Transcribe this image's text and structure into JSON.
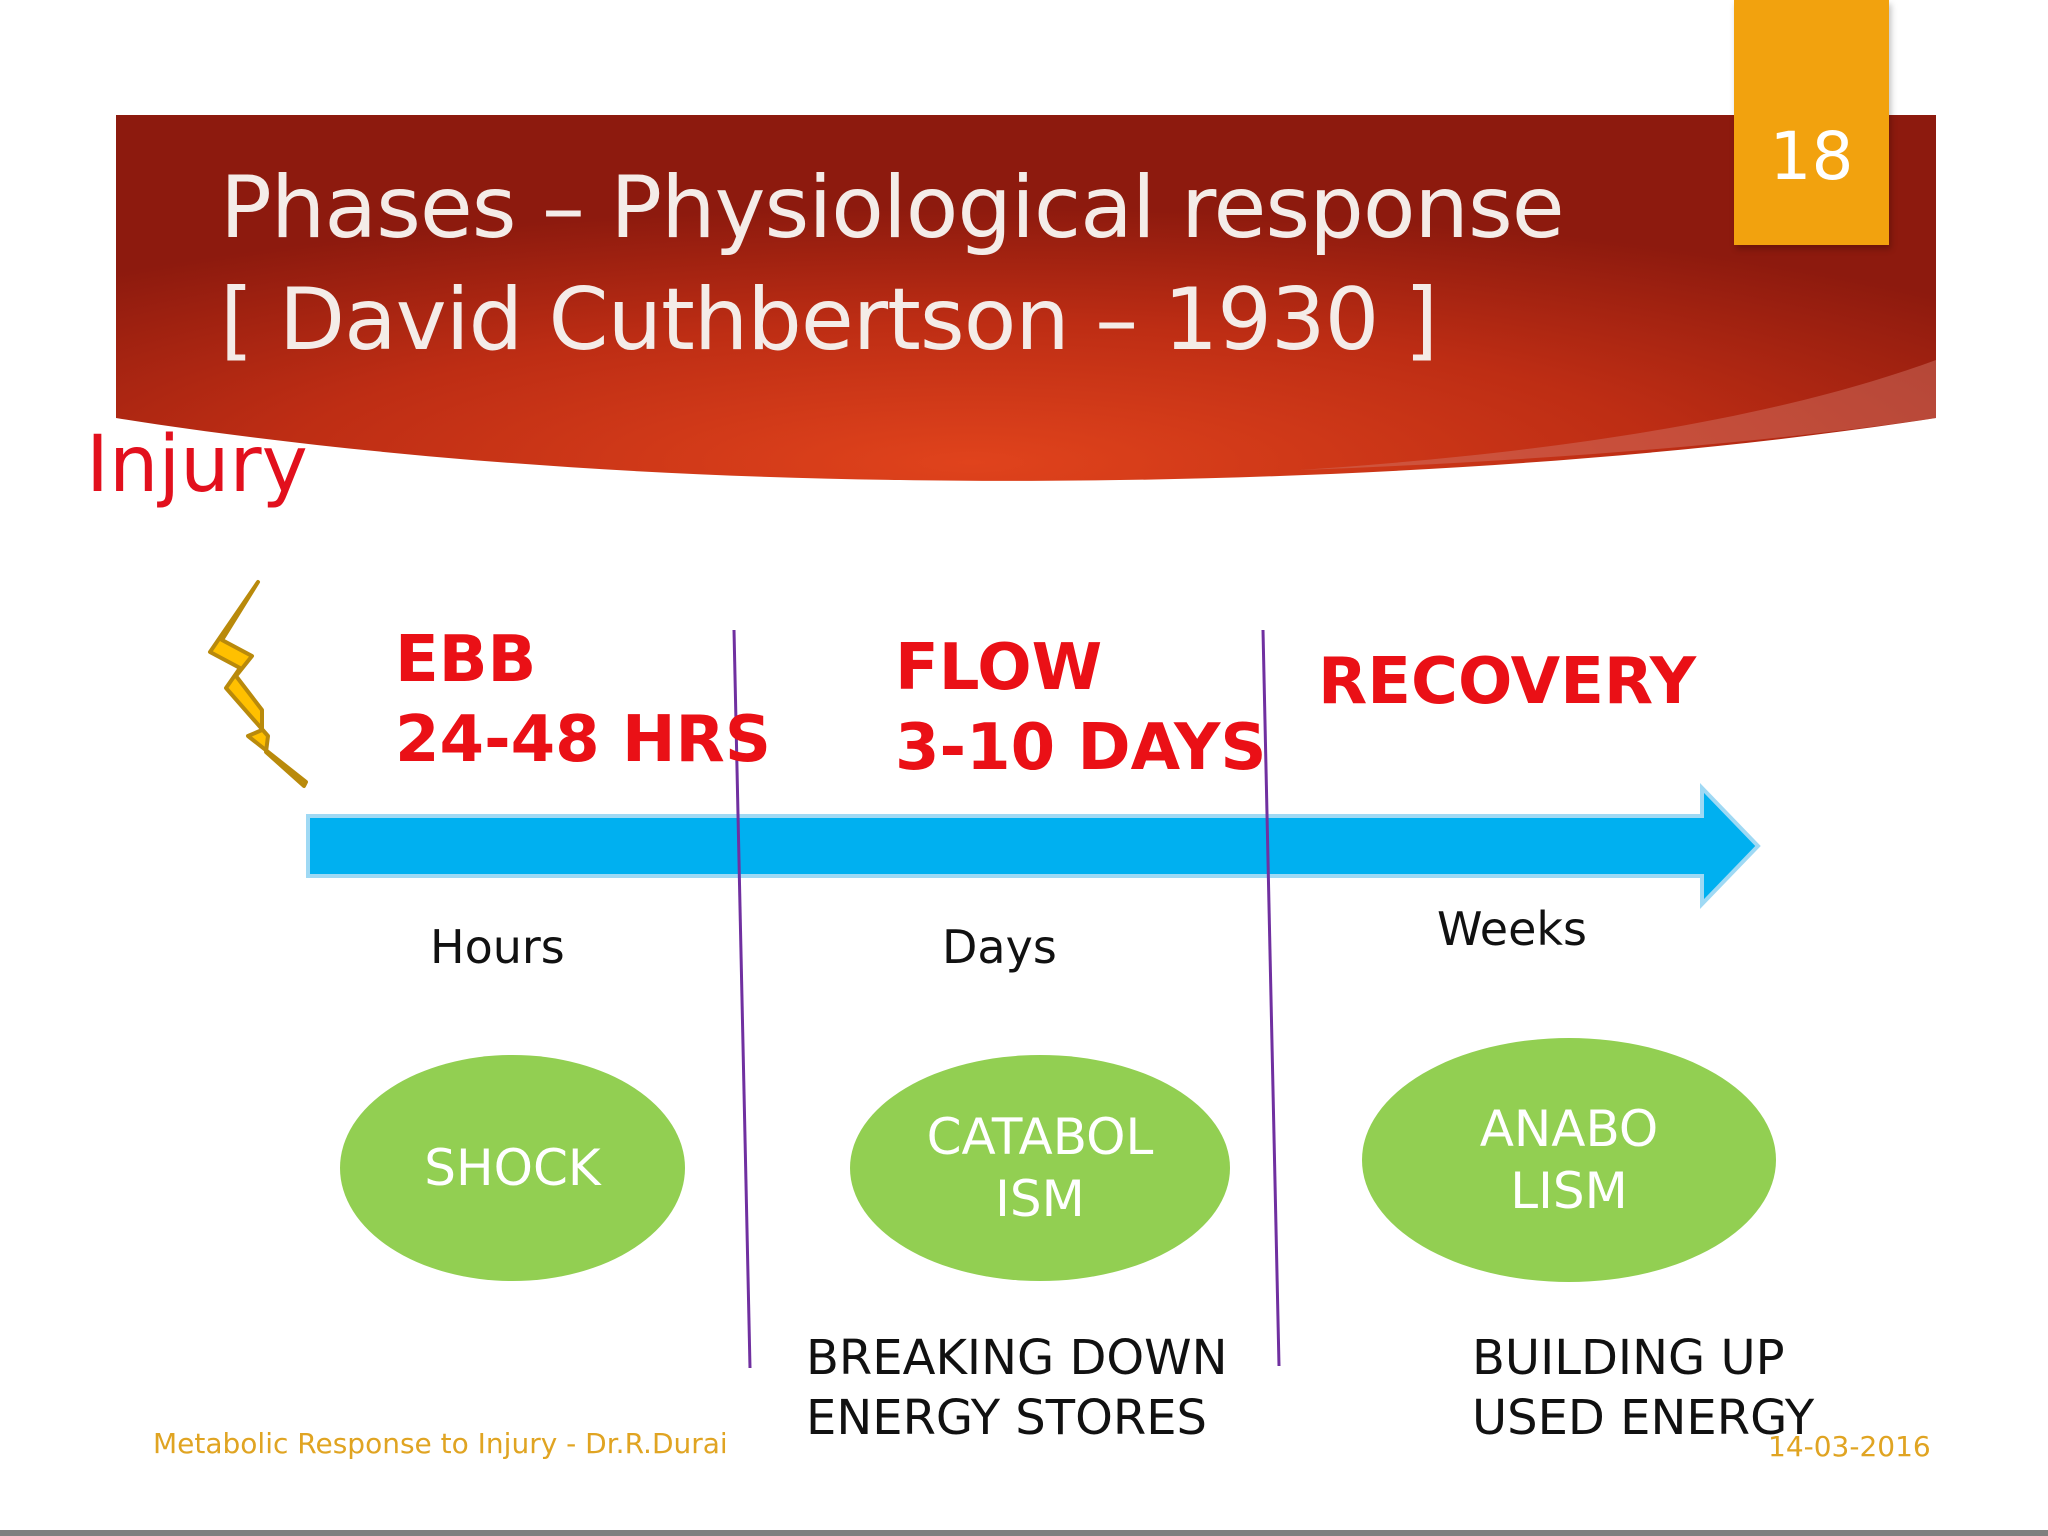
{
  "title": {
    "line1": "Phases – Physiological response",
    "line2": "[ David Cuthbertson – 1930 ]"
  },
  "slide_number": "18",
  "injury_label": "Injury",
  "phases": [
    {
      "title": "EBB\n24-48 HRS",
      "time": "Hours",
      "process": "SHOCK",
      "description": ""
    },
    {
      "title": "FLOW\n3-10 DAYS",
      "time": "Days",
      "process": "CATABOL\nISM",
      "description": "BREAKING DOWN\nENERGY STORES"
    },
    {
      "title": "RECOVERY",
      "time": "Weeks",
      "process": "ANABO\nLISM",
      "description": "BUILDING UP\nUSED ENERGY"
    }
  ],
  "footer": {
    "left": "Metabolic Response to Injury - Dr.R.Durai",
    "right": "14-03-2016"
  },
  "colors": {
    "banner_dark": "#8d1a0e",
    "banner_light": "#e0431c",
    "slide_number_bg": "#f2a20e",
    "phase_title": "#ea1016",
    "arrow": "#00b0f0",
    "ellipse": "#92cf52",
    "divider": "#7030a0",
    "footer_text": "#e0a422",
    "lightning": "#ffc000"
  }
}
